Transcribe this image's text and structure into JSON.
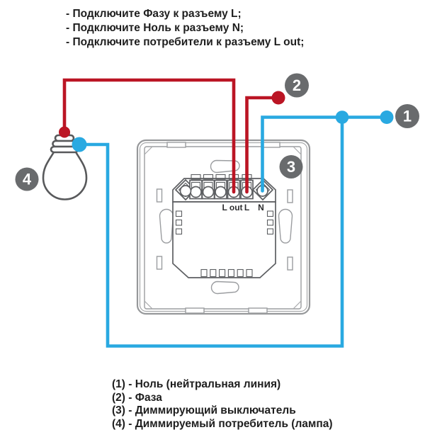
{
  "instructions": {
    "lines": [
      "- Подключите Фазу к разъему L;",
      "- Подключите Ноль к разъему N;",
      "- Подключите потребители к разъему L out;"
    ]
  },
  "diagram": {
    "terminal_labels": {
      "l_out": "L out",
      "l": "L",
      "n": "N"
    },
    "badges": {
      "neutral": "1",
      "phase": "2",
      "switch": "3",
      "lamp": "4"
    },
    "colors": {
      "phase_wire": "#bb1524",
      "neutral_wire": "#29a9e1",
      "badge": "#696b6d"
    }
  },
  "legend": {
    "lines": [
      "(1) - Ноль (нейтральная линия)",
      "(2) - Фаза",
      "(3) - Диммирующий выключатель",
      "(4) - Диммируемый потребитель (лампа)"
    ]
  }
}
